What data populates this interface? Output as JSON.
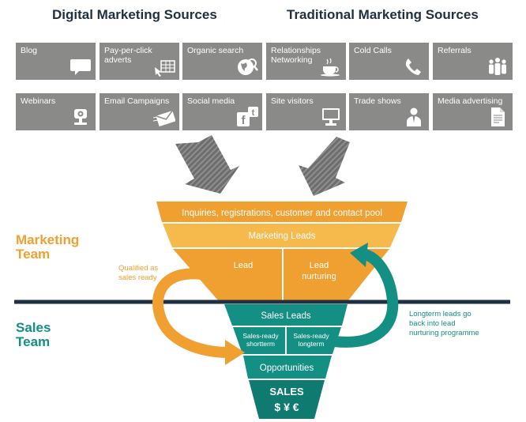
{
  "headers": {
    "digital": "Digital Marketing Sources",
    "traditional": "Traditional Marketing Sources"
  },
  "tiles": [
    {
      "label": "Blog",
      "icon": "speech-bubble-icon"
    },
    {
      "label": "Pay-per-click adverts",
      "icon": "cursor-grid-icon"
    },
    {
      "label": "Organic search",
      "icon": "globe-search-icon"
    },
    {
      "label": "Relationships Networking",
      "icon": "coffee-cup-icon"
    },
    {
      "label": "Cold Calls",
      "icon": "phone-icon"
    },
    {
      "label": "Referrals",
      "icon": "people-icon"
    },
    {
      "label": "Webinars",
      "icon": "webcam-icon"
    },
    {
      "label": "Email Campaigns",
      "icon": "envelope-icon"
    },
    {
      "label": "Social media",
      "icon": "facebook-twitter-icon"
    },
    {
      "label": "Site visitors",
      "icon": "monitor-icon"
    },
    {
      "label": "Trade shows",
      "icon": "presenter-icon"
    },
    {
      "label": "Media advertising",
      "icon": "document-icon"
    }
  ],
  "funnel": {
    "pool": "Inquiries, registrations, customer and contact pool",
    "marketing_leads": "Marketing Leads",
    "lead": "Lead",
    "lead_nurturing_1": "Lead",
    "lead_nurturing_2": "nurturing",
    "sales_leads": "Sales Leads",
    "sr_short_1": "Sales-ready",
    "sr_short_2": "shortterm",
    "sr_long_1": "Sales-ready",
    "sr_long_2": "longterm",
    "opportunities": "Opportunities",
    "sales": "SALES",
    "currency": "$ ¥ €"
  },
  "teams": {
    "marketing_1": "Marketing",
    "marketing_2": "Team",
    "sales_1": "Sales",
    "sales_2": "Team"
  },
  "notes": {
    "qualified_1": "Qualified as",
    "qualified_2": "sales ready",
    "longterm_1": "Longterm leads go",
    "longterm_2": "back into lead",
    "longterm_3": "nurturing programme"
  },
  "colors": {
    "orange": "#f0a030",
    "orange_light": "#f5b94c",
    "teal": "#148f83",
    "teal_dark": "#0e7a70",
    "navy": "#1e3042",
    "tile_gray": "#8a8a88",
    "arrow_gray": "#6d6d6d"
  }
}
